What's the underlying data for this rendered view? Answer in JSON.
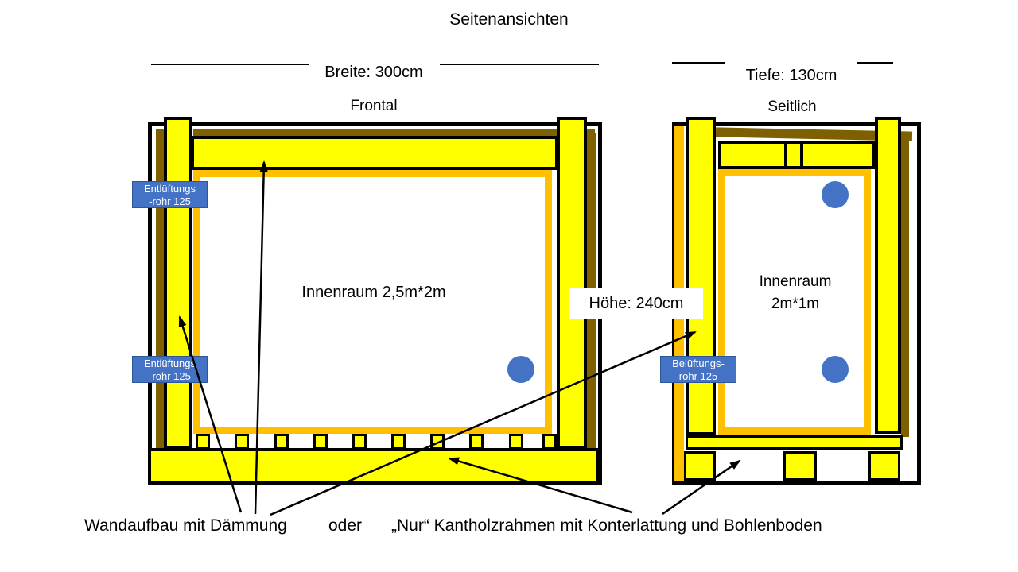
{
  "title": "Seitenansichten",
  "frontal": {
    "view_label": "Frontal",
    "dimension_label": "Breite: 300cm",
    "inner_label": "Innenraum 2,5m*2m",
    "vent_label_top": {
      "line1": "Entlüftungs",
      "line2": "-rohr 125"
    },
    "vent_label_bottom": {
      "line1": "Entlüftungs",
      "line2": "-rohr 125"
    }
  },
  "seitlich": {
    "view_label": "Seitlich",
    "dimension_label": "Tiefe: 130cm",
    "inner_label_line1": "Innenraum",
    "inner_label_line2": "2m*1m",
    "vent_label": {
      "line1": "Belüftungs-",
      "line2": "rohr 125"
    }
  },
  "height_label": "Höhe: 240cm",
  "caption": {
    "left": "Wandaufbau mit Dämmung",
    "conjunction": "oder",
    "right": "„Nur“ Kantholzrahmen mit Konterlattung und Bohlenboden"
  },
  "colors": {
    "wood_yellow": "#FFFF00",
    "orange": "#FFC000",
    "brown": "#7F6000",
    "pipe_blue": "#4472C4",
    "outline_black": "#000000"
  }
}
